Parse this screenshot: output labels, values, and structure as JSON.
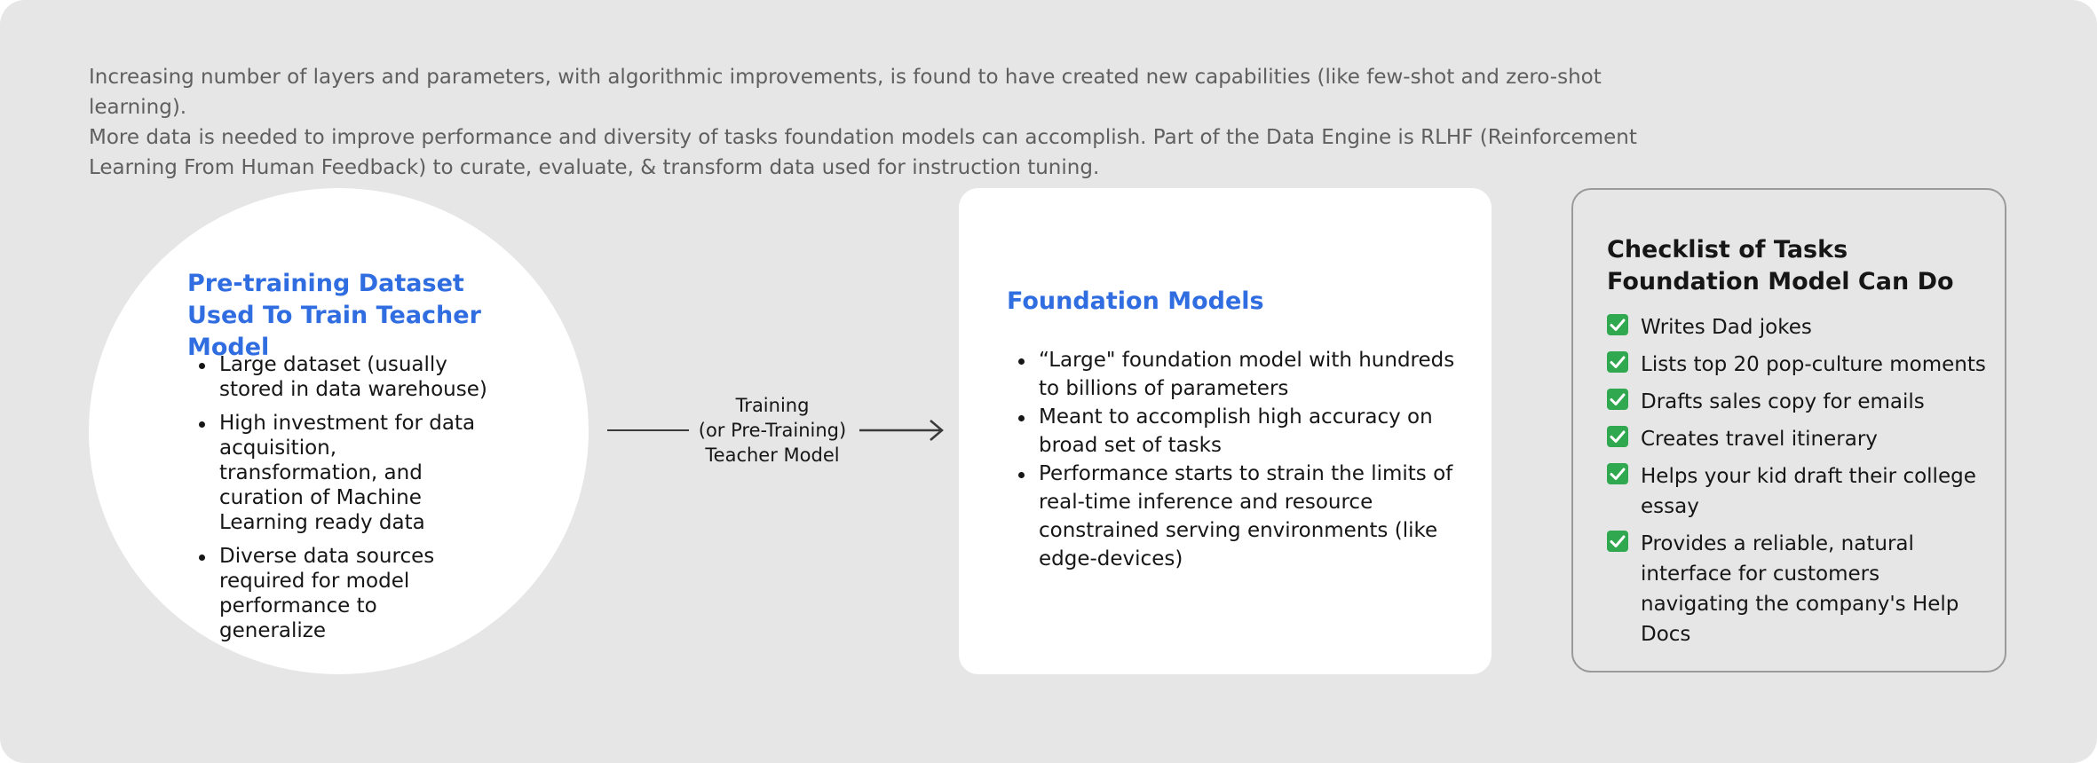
{
  "intro": {
    "line1": "Increasing number of layers and parameters, with algorithmic improvements, is found to have created new capabilities (like few-shot and zero-shot learning).",
    "line2": "More data is needed to improve performance and diversity of tasks foundation models can accomplish. Part of the Data Engine is RLHF (Reinforcement Learning From Human Feedback) to curate, evaluate, & transform data used for instruction tuning."
  },
  "dataset": {
    "title": "Pre-training Dataset Used To Train Teacher Model",
    "bullets": [
      "Large dataset (usually stored in data warehouse)",
      "High investment for data acquisition, transformation, and curation of Machine Learning ready data",
      "Diverse data sources required for model performance to generalize"
    ]
  },
  "flow": {
    "line1": "Training",
    "line2": "(or Pre-Training)",
    "line3": "Teacher Model"
  },
  "foundation": {
    "title": "Foundation Models",
    "bullets": [
      "“Large\" foundation model with hundreds to billions of parameters",
      "Meant to accomplish high accuracy on broad set of tasks",
      "Performance starts to strain the limits of real-time inference and resource constrained serving environments (like edge-devices)"
    ]
  },
  "checklist": {
    "title": "Checklist of Tasks Foundation Model Can Do",
    "icon": "check-box-icon",
    "check_color": "#2fa84f",
    "items": [
      "Writes Dad jokes",
      "Lists top 20 pop-culture moments",
      "Drafts sales copy for emails",
      "Creates travel itinerary",
      "Helps your kid draft their college essay",
      "Provides a reliable, natural interface for customers navigating the company's Help Docs"
    ]
  },
  "colors": {
    "accent_blue": "#2f6de1",
    "background": "#e6e6e6",
    "card": "#ffffff"
  }
}
